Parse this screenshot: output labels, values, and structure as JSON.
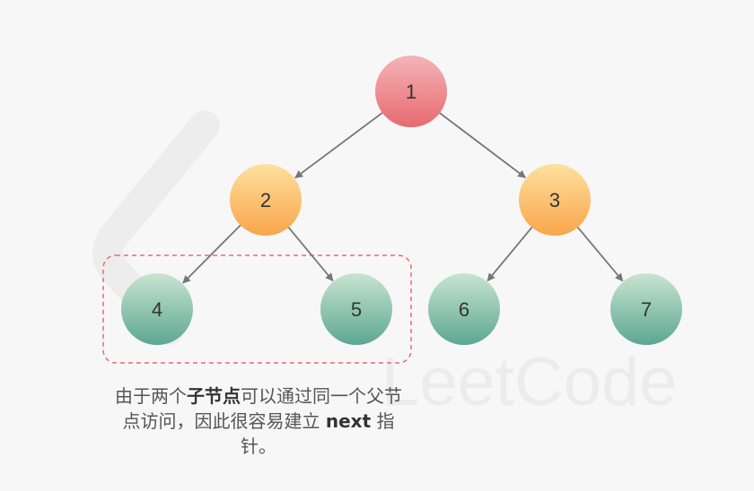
{
  "nodes": [
    {
      "id": "1",
      "label": "1",
      "color": "red"
    },
    {
      "id": "2",
      "label": "2",
      "color": "orange"
    },
    {
      "id": "3",
      "label": "3",
      "color": "orange"
    },
    {
      "id": "4",
      "label": "4",
      "color": "green"
    },
    {
      "id": "5",
      "label": "5",
      "color": "green"
    },
    {
      "id": "6",
      "label": "6",
      "color": "green"
    },
    {
      "id": "7",
      "label": "7",
      "color": "green"
    }
  ],
  "edges": [
    {
      "from": "1",
      "to": "2"
    },
    {
      "from": "1",
      "to": "3"
    },
    {
      "from": "2",
      "to": "4"
    },
    {
      "from": "2",
      "to": "5"
    },
    {
      "from": "3",
      "to": "6"
    },
    {
      "from": "3",
      "to": "7"
    }
  ],
  "highlight_group": [
    "4",
    "5"
  ],
  "caption": {
    "part1": "由于两个",
    "emphasis1": "子节点",
    "part2": "可以通过同一个父节点访问，因此很容易建立 ",
    "emphasis2": "next",
    "part3": " 指针。"
  },
  "watermark": {
    "text": "LeetCode",
    "logo": "leetcode-logo"
  },
  "colors": {
    "edge": "#777777",
    "highlight_border": "#e96b6b",
    "text": "#333333",
    "background": "#f7f7f7"
  }
}
